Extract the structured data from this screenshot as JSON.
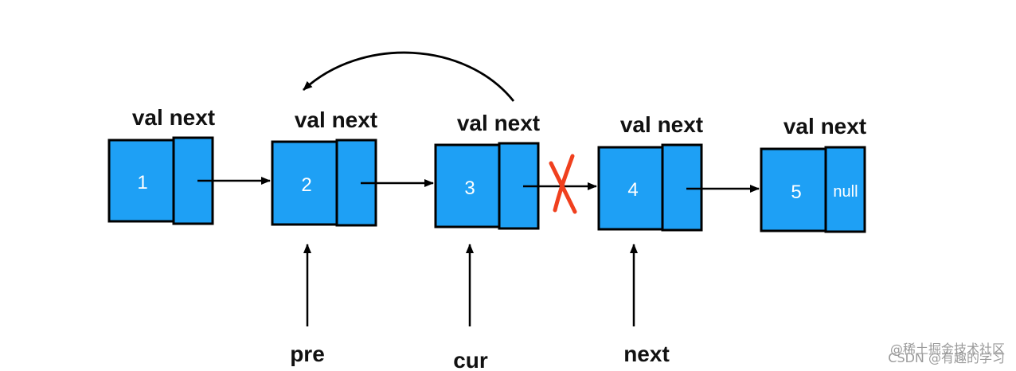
{
  "colors": {
    "node_fill": "#1ea0f5",
    "stroke": "#000000",
    "cut_mark": "#f0401e",
    "text": "#111111",
    "watermark": "#9a9a9a"
  },
  "nodes": [
    {
      "header": "val next",
      "val": "1",
      "next": ""
    },
    {
      "header": "val next",
      "val": "2",
      "next": ""
    },
    {
      "header": "val next",
      "val": "3",
      "next": ""
    },
    {
      "header": "val next",
      "val": "4",
      "next": ""
    },
    {
      "header": "val next",
      "val": "5",
      "next": "null"
    }
  ],
  "pointers": [
    {
      "label": "pre",
      "target_node": 2
    },
    {
      "label": "cur",
      "target_node": 3
    },
    {
      "label": "next",
      "target_node": 4
    }
  ],
  "reverse_arrow": {
    "from_node": 3,
    "to_node": 2,
    "icon": "curved-arrow-icon"
  },
  "cut_link": {
    "between": [
      3,
      4
    ],
    "icon": "cross-mark-icon"
  },
  "watermark": {
    "line1": "@稀土掘金技术社区",
    "line2": "CSDN @有趣的学习"
  }
}
